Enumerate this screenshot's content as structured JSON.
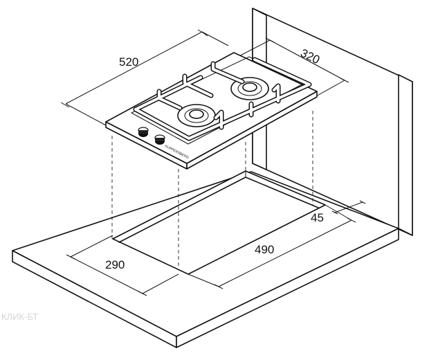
{
  "dimensions": {
    "hob_width": "520",
    "hob_depth": "320",
    "cutout_width": "290",
    "cutout_depth": "490",
    "wall_offset": "45"
  },
  "brand_label": "KUPPERSBERG",
  "watermark": "КЛИК-БТ",
  "colors": {
    "stroke": "#111111",
    "background": "#ffffff",
    "watermark": "#d6d6d6"
  }
}
